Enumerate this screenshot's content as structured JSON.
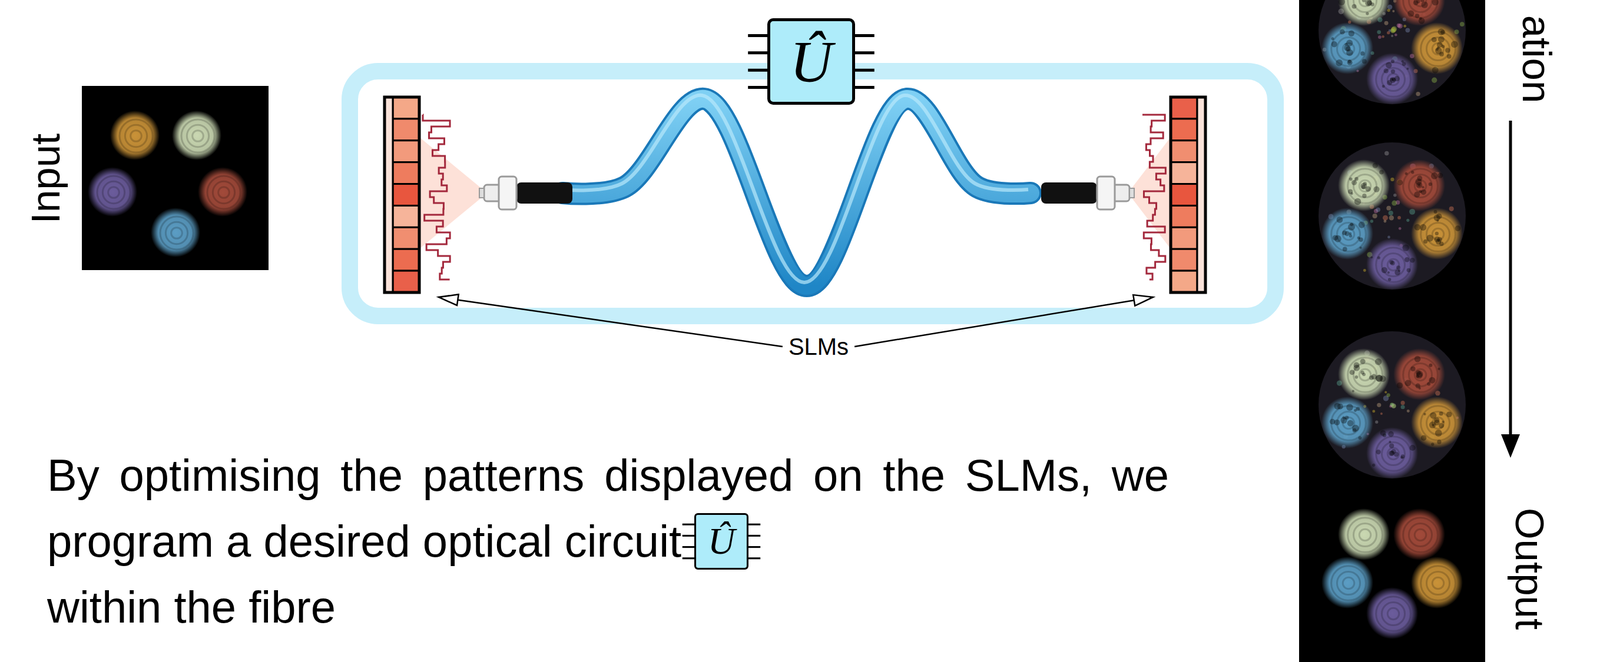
{
  "diagram": {
    "nodes": [
      {
        "text": [
          "Û"
        ]
      },
      {
        "text": [
          "Û"
        ]
      }
    ],
    "labels": [
      "Input",
      "SLMs",
      "ation",
      "Output",
      "By optimising the patterns displayed on the SLMs, we program a desired optical circuit",
      "within the fibre"
    ]
  }
}
